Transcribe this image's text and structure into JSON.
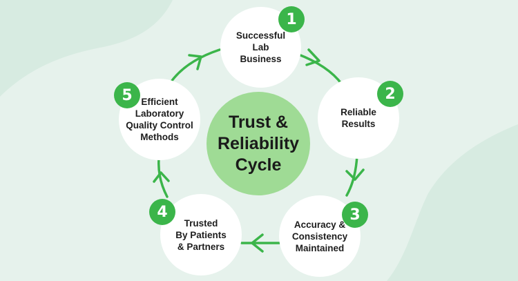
{
  "center": {
    "label": "Trust &\nReliability\nCycle"
  },
  "steps": [
    {
      "number": "1",
      "label": "Successful\nLab\nBusiness"
    },
    {
      "number": "2",
      "label": "Reliable\nResults"
    },
    {
      "number": "3",
      "label": "Accuracy &\nConsistency\nMaintained"
    },
    {
      "number": "4",
      "label": "Trusted\nBy Patients\n& Partners"
    },
    {
      "number": "5",
      "label": "Efficient\nLaboratory\nQuality Control\nMethods"
    }
  ],
  "colors": {
    "background": "#e6f2ec",
    "background_shape": "#d7ebe1",
    "node_fill": "#ffffff",
    "center_fill": "#9fdb95",
    "accent_green": "#3bb54a",
    "text": "#1d1d1d"
  }
}
